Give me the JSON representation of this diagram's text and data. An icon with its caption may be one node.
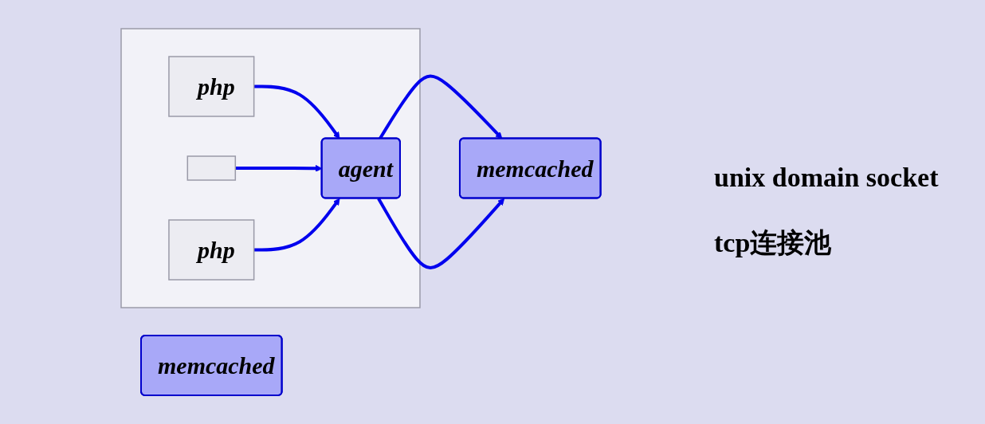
{
  "diagram": {
    "nodes": [
      {
        "text": [],
        "shape": "box"
      },
      {
        "text": [
          "php"
        ],
        "in": 0
      },
      {
        "text": [],
        "shape": "box",
        "in": 0
      },
      {
        "text": [
          "php"
        ],
        "in": 0
      },
      {
        "text": [
          "agent"
        ],
        "in": 0
      },
      {
        "text": [
          "memcached"
        ]
      },
      {
        "text": [
          "memcached"
        ]
      }
    ],
    "edges": [
      {
        "from": 1,
        "to": 4,
        "arrow": "to"
      },
      {
        "from": 2,
        "to": 4,
        "arrow": "to"
      },
      {
        "from": 3,
        "to": 4,
        "arrow": "to"
      },
      {
        "from": 4,
        "to": 6,
        "arrow": "to"
      },
      {
        "from": 4,
        "to": 6,
        "arrow": "to"
      }
    ],
    "labels": [
      "unix domain socket",
      "tcp连接池"
    ]
  }
}
